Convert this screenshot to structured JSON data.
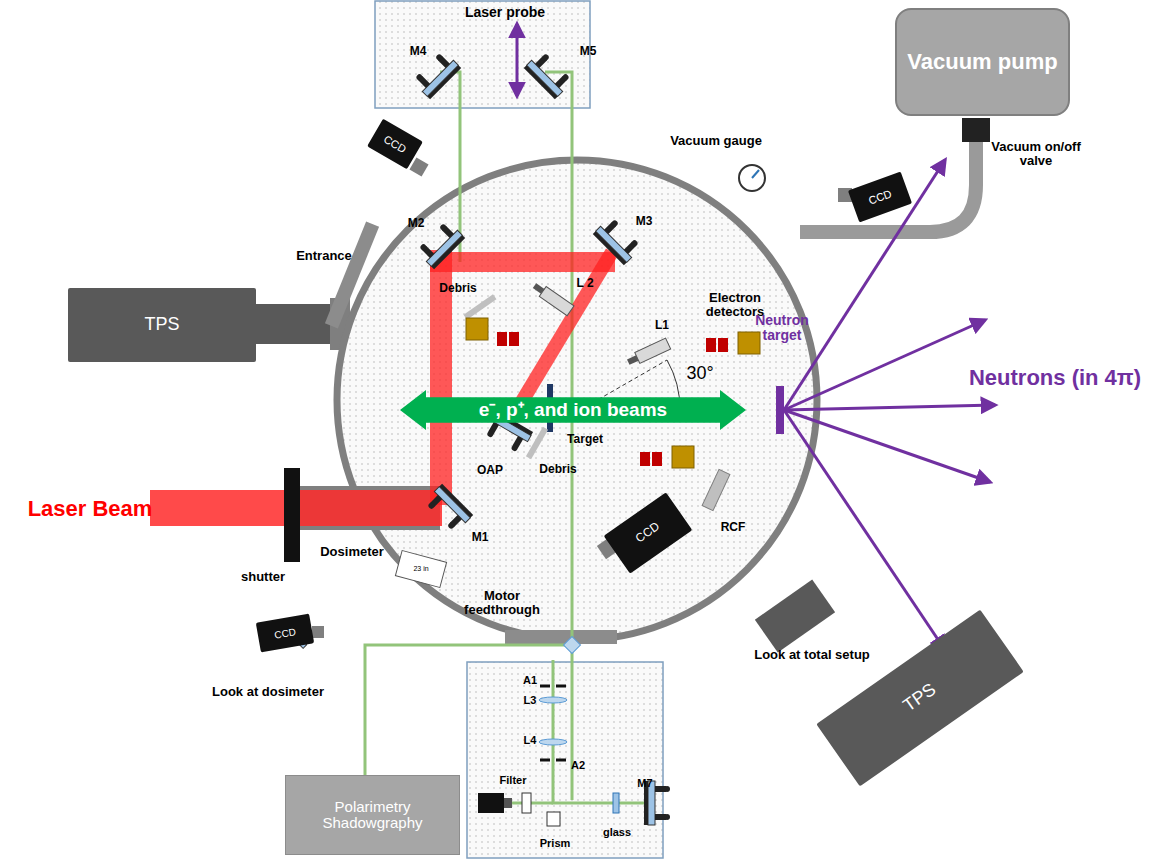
{
  "diagram": {
    "nodes": [
      {
        "text": [
          "Vacuum pump"
        ]
      },
      {
        "text": [
          "CCD"
        ]
      },
      {
        "text": [
          "CCD"
        ]
      },
      {
        "text": [
          "TPS"
        ]
      },
      {
        "text": [
          "e⁻, p⁺, and ion beams"
        ]
      },
      {
        "text": [
          "CCD"
        ]
      },
      {
        "text": [
          "TPS"
        ]
      },
      {
        "text": [
          "CCD"
        ]
      },
      {
        "text": [
          "Polarimetry Shadowgraphy"
        ]
      }
    ],
    "labels": [
      "Laser probe",
      "M4",
      "M5",
      "Vacuum gauge",
      "Vacuum on/off valve",
      "Entrance",
      "M2",
      "M3",
      "L 2",
      "Debris",
      "Electron detectors",
      "L1",
      "Neutron target",
      "30°",
      "Neutrons (in 4π)",
      "Target",
      "OAP",
      "Debris",
      "Laser Beam",
      "M1",
      "shutter",
      "Dosimeter",
      "23 in",
      "Motor feedthrough",
      "RCF",
      "Look at total setup",
      "Look at dosimeter",
      "A1",
      "L3",
      "L4",
      "A2",
      "Filter",
      "glass",
      "M7",
      "Prism"
    ]
  }
}
